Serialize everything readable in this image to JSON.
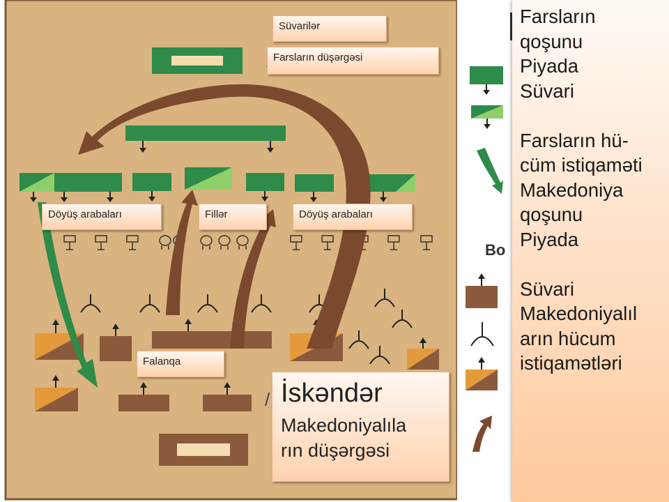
{
  "labels": {
    "suvariler": "Süvarilər",
    "fars_camp": "Farsların düşərgəsi",
    "chariots_left": "Döyüş arabaları",
    "elephants": "Fillər",
    "chariots_right": "Döyüş arabaları",
    "phalanx": "Falanqa",
    "alexander_title": "İskəndər",
    "alexander_sub": "Makedoniyalıla\nrın düşərgəsi",
    "legend_fragment": "Bo"
  },
  "legend": {
    "text": "Farsların\nqoşunu\nPiyada\nSüvari\n\nFarsların hü-\ncüm istiqaməti\nMakedoniya\nqoşunu\nPiyada\n\nSüvari\nMakedoniyalıl\narın hücum\nistiqamətləri"
  },
  "colors": {
    "map_bg": "#d9b480",
    "persian_green": "#2e8b4a",
    "persian_light": "#8fcf6a",
    "macedon_brown": "#8b5a3c",
    "macedon_orange": "#e49a3a",
    "border_brown": "#7a5a36"
  }
}
